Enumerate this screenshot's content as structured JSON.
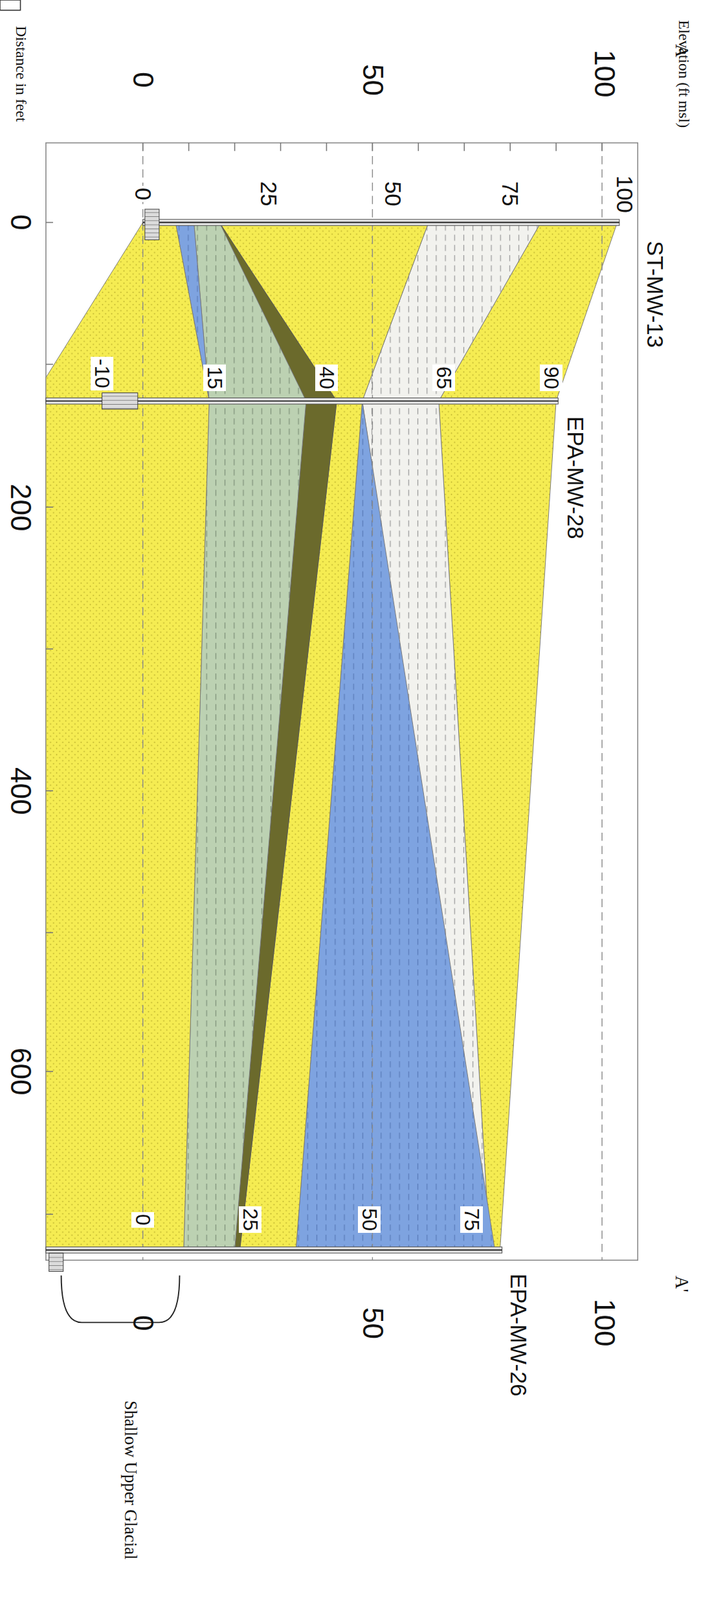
{
  "diagram": {
    "labels": [
      "Elevation (ft msl)",
      "100",
      "50",
      "0",
      "A",
      "100",
      "75",
      "50",
      "25",
      "0",
      "ST-MW-13",
      "90",
      "65",
      "40",
      "15",
      "-10",
      "EPA-MW-28",
      "75",
      "50",
      "25",
      "0",
      "EPA-MW-26",
      "A'",
      "100",
      "50",
      "0",
      "Distance in feet",
      "0",
      "200",
      "400",
      "600",
      "Shallow Upper Glacial"
    ]
  }
}
